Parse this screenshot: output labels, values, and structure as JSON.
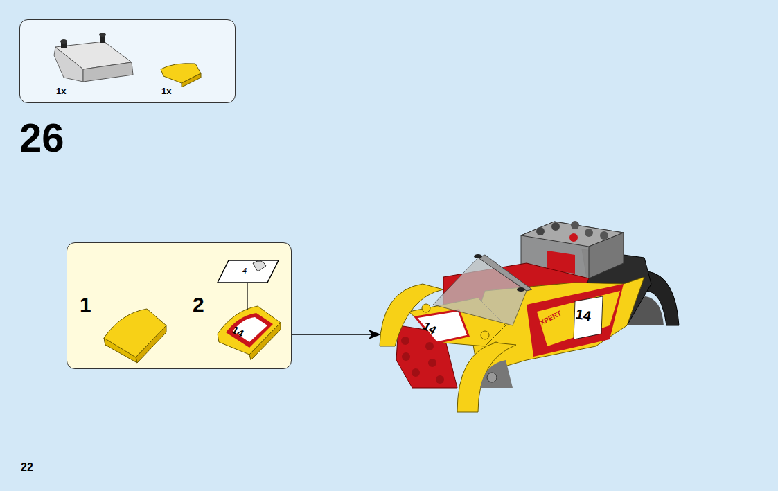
{
  "diagram": {
    "nodes": [
      {
        "text": [
          "1x",
          "1x"
        ]
      },
      {
        "text": [
          "1",
          "2"
        ]
      }
    ],
    "labels": [
      "26",
      "4",
      "14",
      "14",
      "14",
      "EXPERT",
      "22"
    ]
  }
}
